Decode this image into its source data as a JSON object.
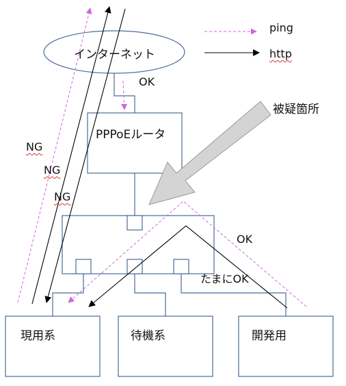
{
  "legend": {
    "ping_label": "ping",
    "http_label": "http"
  },
  "nodes": {
    "internet": "インターネット",
    "router": "PPPoEルータ",
    "production": "現用系",
    "standby": "待機系",
    "development": "開発用"
  },
  "annotations": {
    "suspect": "被疑箇所",
    "internet_ok": "OK",
    "ng_labels": [
      "NG",
      "NG",
      "NG"
    ],
    "dev_ok": "OK",
    "occasional_ok": "たまにOK"
  },
  "colors": {
    "box_stroke": "#4a6a9a",
    "ping_line": "#cc66dd",
    "http_line": "#000000",
    "arrow_fill": "#d4d4d4",
    "arrow_stroke": "#9a9a9a",
    "ng_underline": "#d23a2a"
  }
}
